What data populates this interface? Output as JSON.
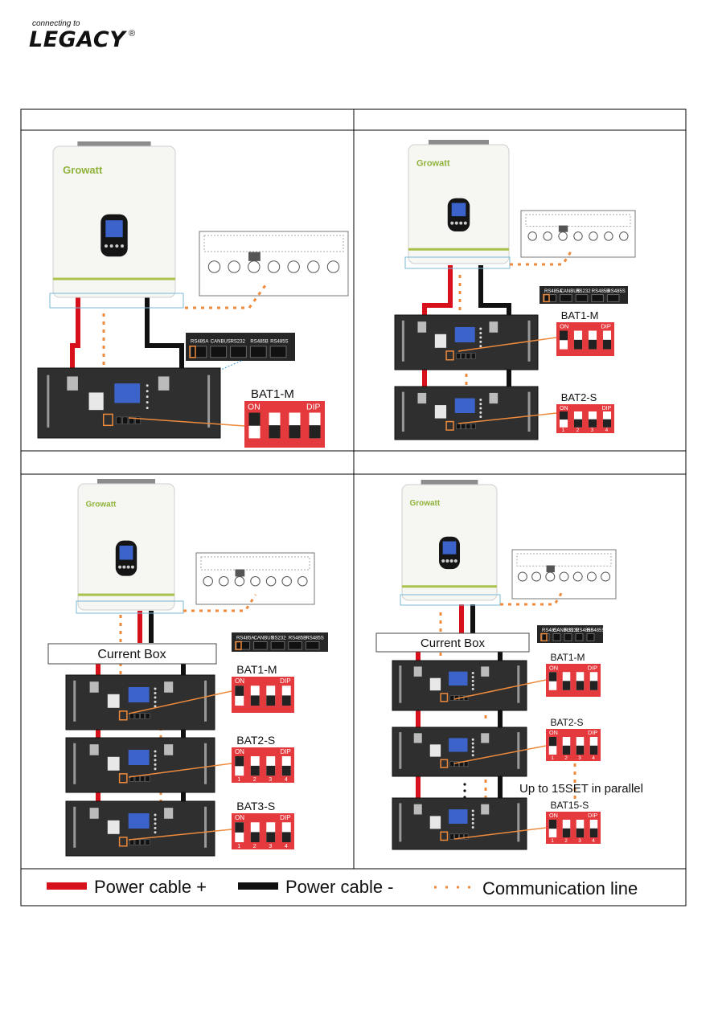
{
  "logo": {
    "tagline": "connecting to",
    "wordmark": "LEGACY",
    "registered": "®"
  },
  "inverter": {
    "brand": "Growatt"
  },
  "ports": [
    "RS485A",
    "CANBUS",
    "RS232",
    "RS485B",
    "RS485S"
  ],
  "dip": {
    "on": "ON",
    "dip": "DIP",
    "numbers": [
      "1",
      "2",
      "3",
      "4"
    ]
  },
  "panels": {
    "p1": {
      "labels": [
        "BAT1-M"
      ]
    },
    "p2": {
      "labels": [
        "BAT1-M",
        "BAT2-S"
      ]
    },
    "p3": {
      "current_box": "Current Box",
      "labels": [
        "BAT1-M",
        "BAT2-S",
        "BAT3-S"
      ]
    },
    "p4": {
      "current_box": "Current Box",
      "labels": [
        "BAT1-M",
        "BAT2-S",
        "BAT15-S"
      ],
      "note": "Up to 15SET in parallel"
    }
  },
  "legend": {
    "power_pos": "Power cable +",
    "power_neg": "Power cable -",
    "comm": "Communication line"
  },
  "colors": {
    "power_pos": "#d7111c",
    "power_neg": "#111111",
    "comm": "#ee8a3c",
    "dip_red": "#e53a3d",
    "battery": "#2f2f2f",
    "inverter_accent": "#a9c24c"
  }
}
